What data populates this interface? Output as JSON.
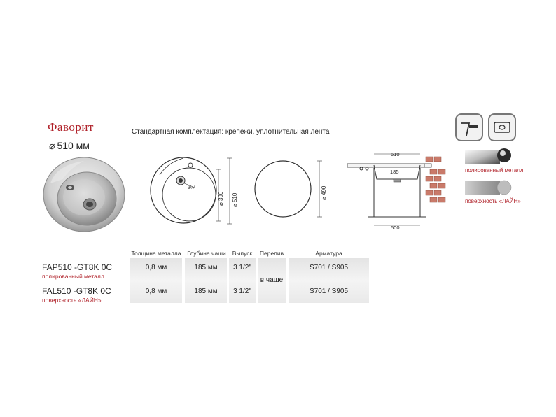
{
  "header": {
    "title": "Фаворит",
    "diameter_symbol": "⌀",
    "diameter": "510 мм",
    "kit": "Стандартная комплектация: крепежи, уплотнительная лента"
  },
  "drawings": {
    "top_valve": "3½\"",
    "dim_390": "⌀ 390",
    "dim_510": "⌀ 510",
    "dim_490": "⌀ 490",
    "side_510": "510",
    "side_185": "185",
    "side_500": "500"
  },
  "finishes": {
    "polished": "полированный металл",
    "line": "поверхность «ЛАЙН»"
  },
  "icons": [
    "undermount-edge-icon",
    "sink-inset-icon"
  ],
  "table": {
    "headers": [
      "Толщина металла",
      "Глубина чаши",
      "Выпуск",
      "Перелив",
      "Арматура"
    ],
    "overflow": "в чаше",
    "rows": [
      {
        "model": "FAP510 -GT8K 0C",
        "finish": "полированный металл",
        "thickness": "0,8 мм",
        "depth": "185  мм",
        "outlet": "3 1/2\"",
        "fittings": "S701 / S905"
      },
      {
        "model": "FAL510 -GT8K 0C",
        "finish": "поверхность «ЛАЙН»",
        "thickness": "0,8 мм",
        "depth": "185  мм",
        "outlet": "3 1/2\"",
        "fittings": "S701 / S905"
      }
    ]
  }
}
